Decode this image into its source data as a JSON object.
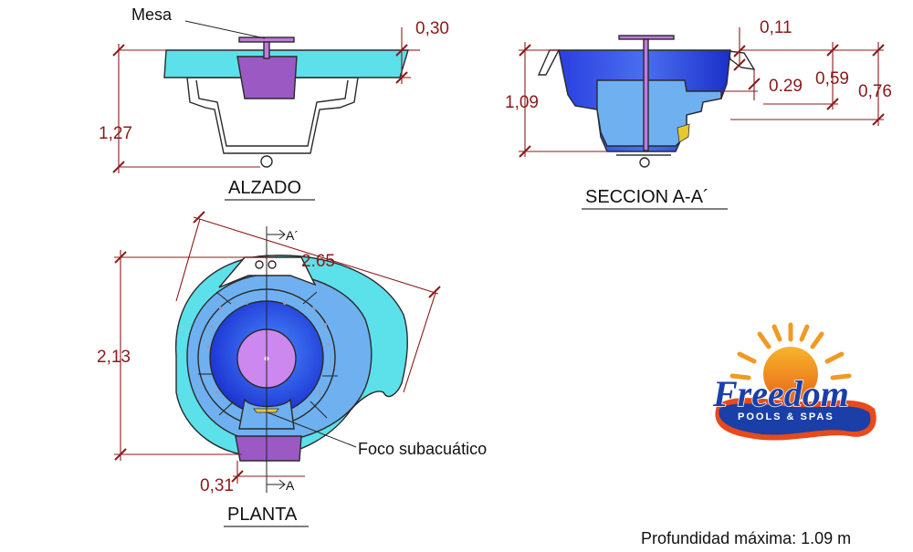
{
  "views": {
    "alzado": {
      "title": "ALZADO",
      "dim_total": "1,27",
      "dim_top": "0,30",
      "callout": "Mesa"
    },
    "seccion": {
      "title": "SECCION A-A´",
      "dim_depth": "1,09",
      "dim_rim": "0,11",
      "dim_step1": "0.29",
      "dim_step2": "0,59",
      "dim_step3": "0,76"
    },
    "planta": {
      "title": "PLANTA",
      "dim_width": "2,13",
      "dim_length": "2.65",
      "dim_step": "0,31",
      "section_top": "A´",
      "section_bottom": "A",
      "callout": "Foco subacuático"
    }
  },
  "logo": {
    "brand": "Freedom",
    "subtitle": "POOLS & SPAS"
  },
  "footer": {
    "note": "Profundidad máxima: 1.09 m"
  },
  "colors": {
    "shell": "#5ce0ea",
    "pool_blue": "#6fb0f0",
    "deep_blue": "#1e3fd8",
    "table_purple": "#9b59c4",
    "dimension_red": "#8b1a1a",
    "light_mid": "#cc88ee"
  }
}
